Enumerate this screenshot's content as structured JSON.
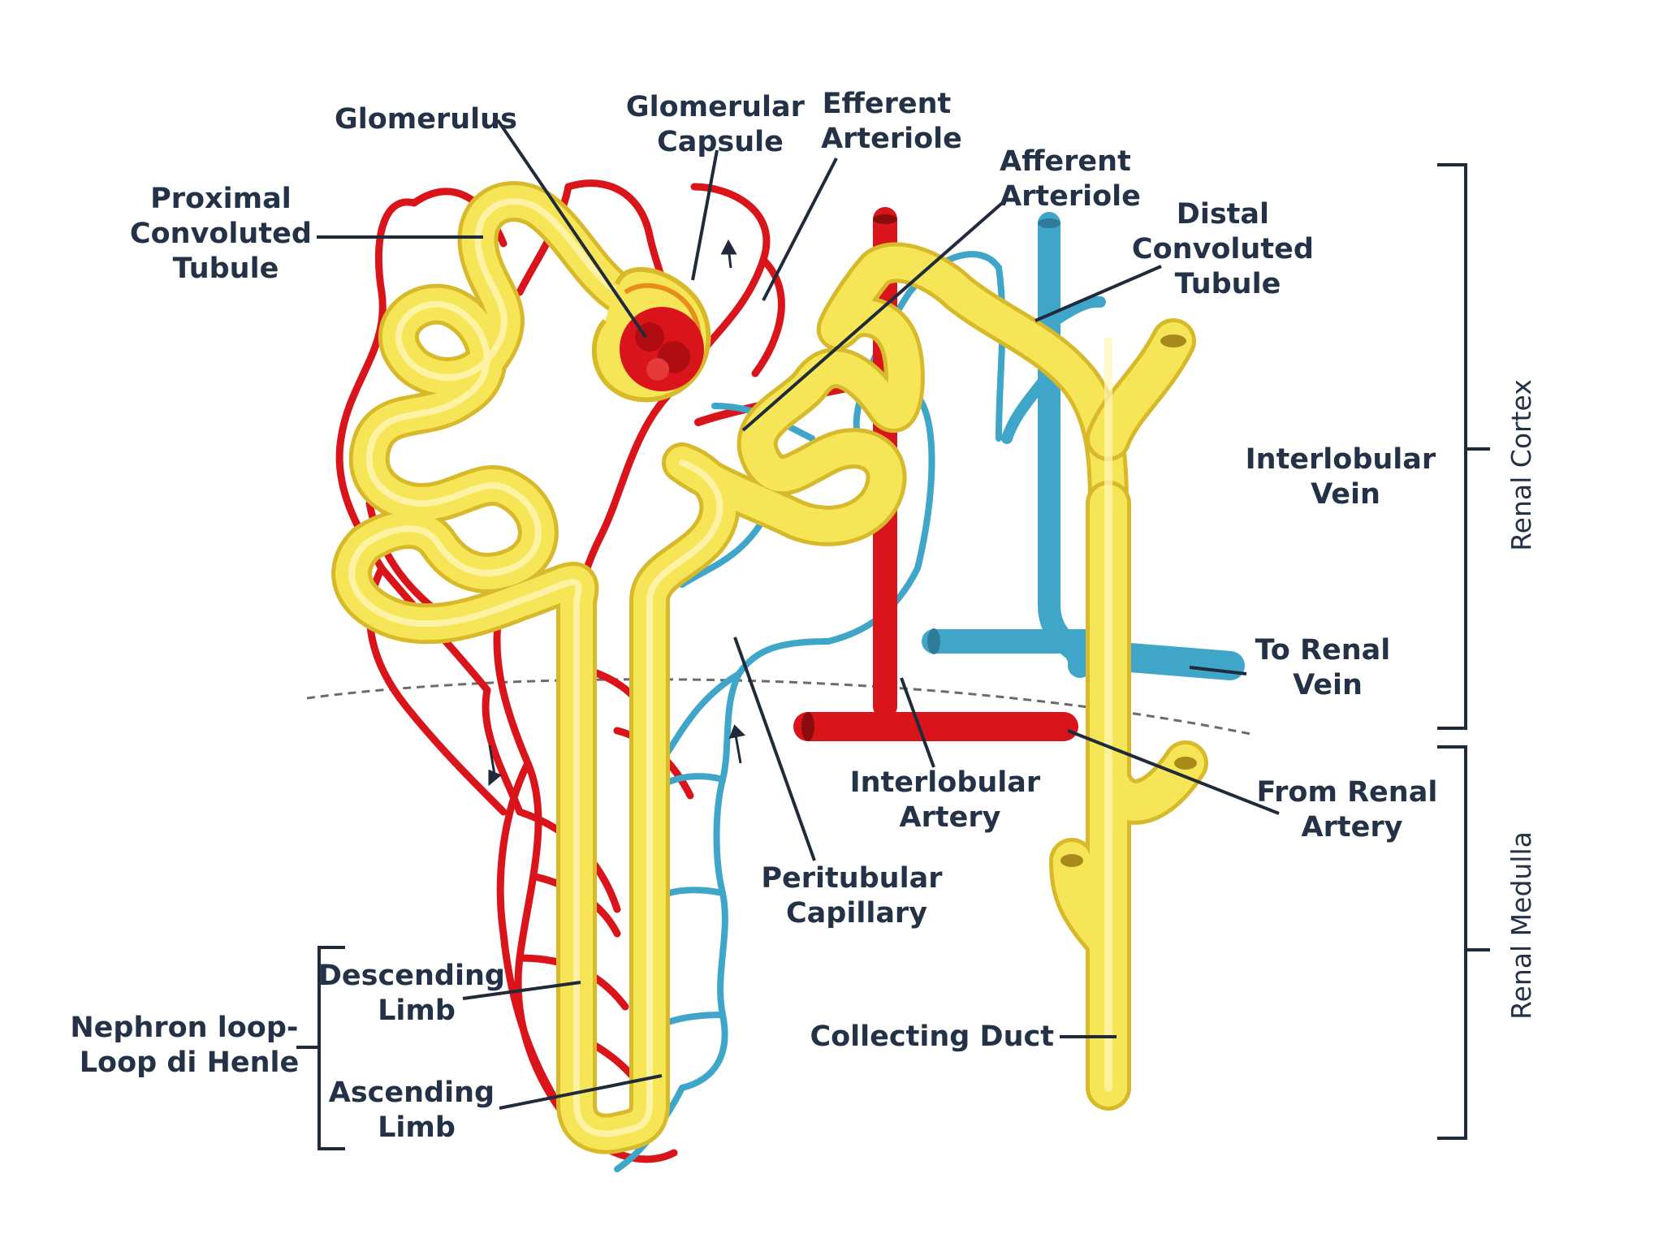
{
  "labels": {
    "glomerulus": "Glomerulus",
    "glomerular_capsule": [
      "Glomerular",
      "Capsule"
    ],
    "efferent_arteriole": [
      "Efferent",
      "Arteriole"
    ],
    "afferent_arteriole": [
      "Afferent",
      "Arteriole"
    ],
    "proximal_convoluted_tubule": [
      "Proximal",
      "Convoluted",
      "Tubule"
    ],
    "distal_convoluted_tubule": [
      "Distal",
      "Convoluted",
      "Tubule"
    ],
    "interlobular_vein": [
      "Interlobular",
      "Vein"
    ],
    "to_renal_vein": [
      "To Renal",
      "Vein"
    ],
    "interlobular_artery": [
      "Interlobular",
      "Artery"
    ],
    "from_renal_artery": [
      "From Renal",
      "Artery"
    ],
    "peritubular_capillary": [
      "Peritubular",
      "Capillary"
    ],
    "collecting_duct": "Collecting Duct",
    "descending_limb": [
      "Descending",
      "Limb"
    ],
    "ascending_limb": [
      "Ascending",
      "Limb"
    ],
    "nephron_loop": [
      "Nephron loop-",
      "Loop di Henle"
    ]
  },
  "regions": {
    "renal_cortex": "Renal Cortex",
    "renal_medulla": "Renal Medulla"
  },
  "colors": {
    "artery": "#d9151b",
    "vein": "#3fa6c9",
    "tubule": "#f7e558",
    "tubule_edge": "#d8b92a",
    "text": "#243247"
  }
}
